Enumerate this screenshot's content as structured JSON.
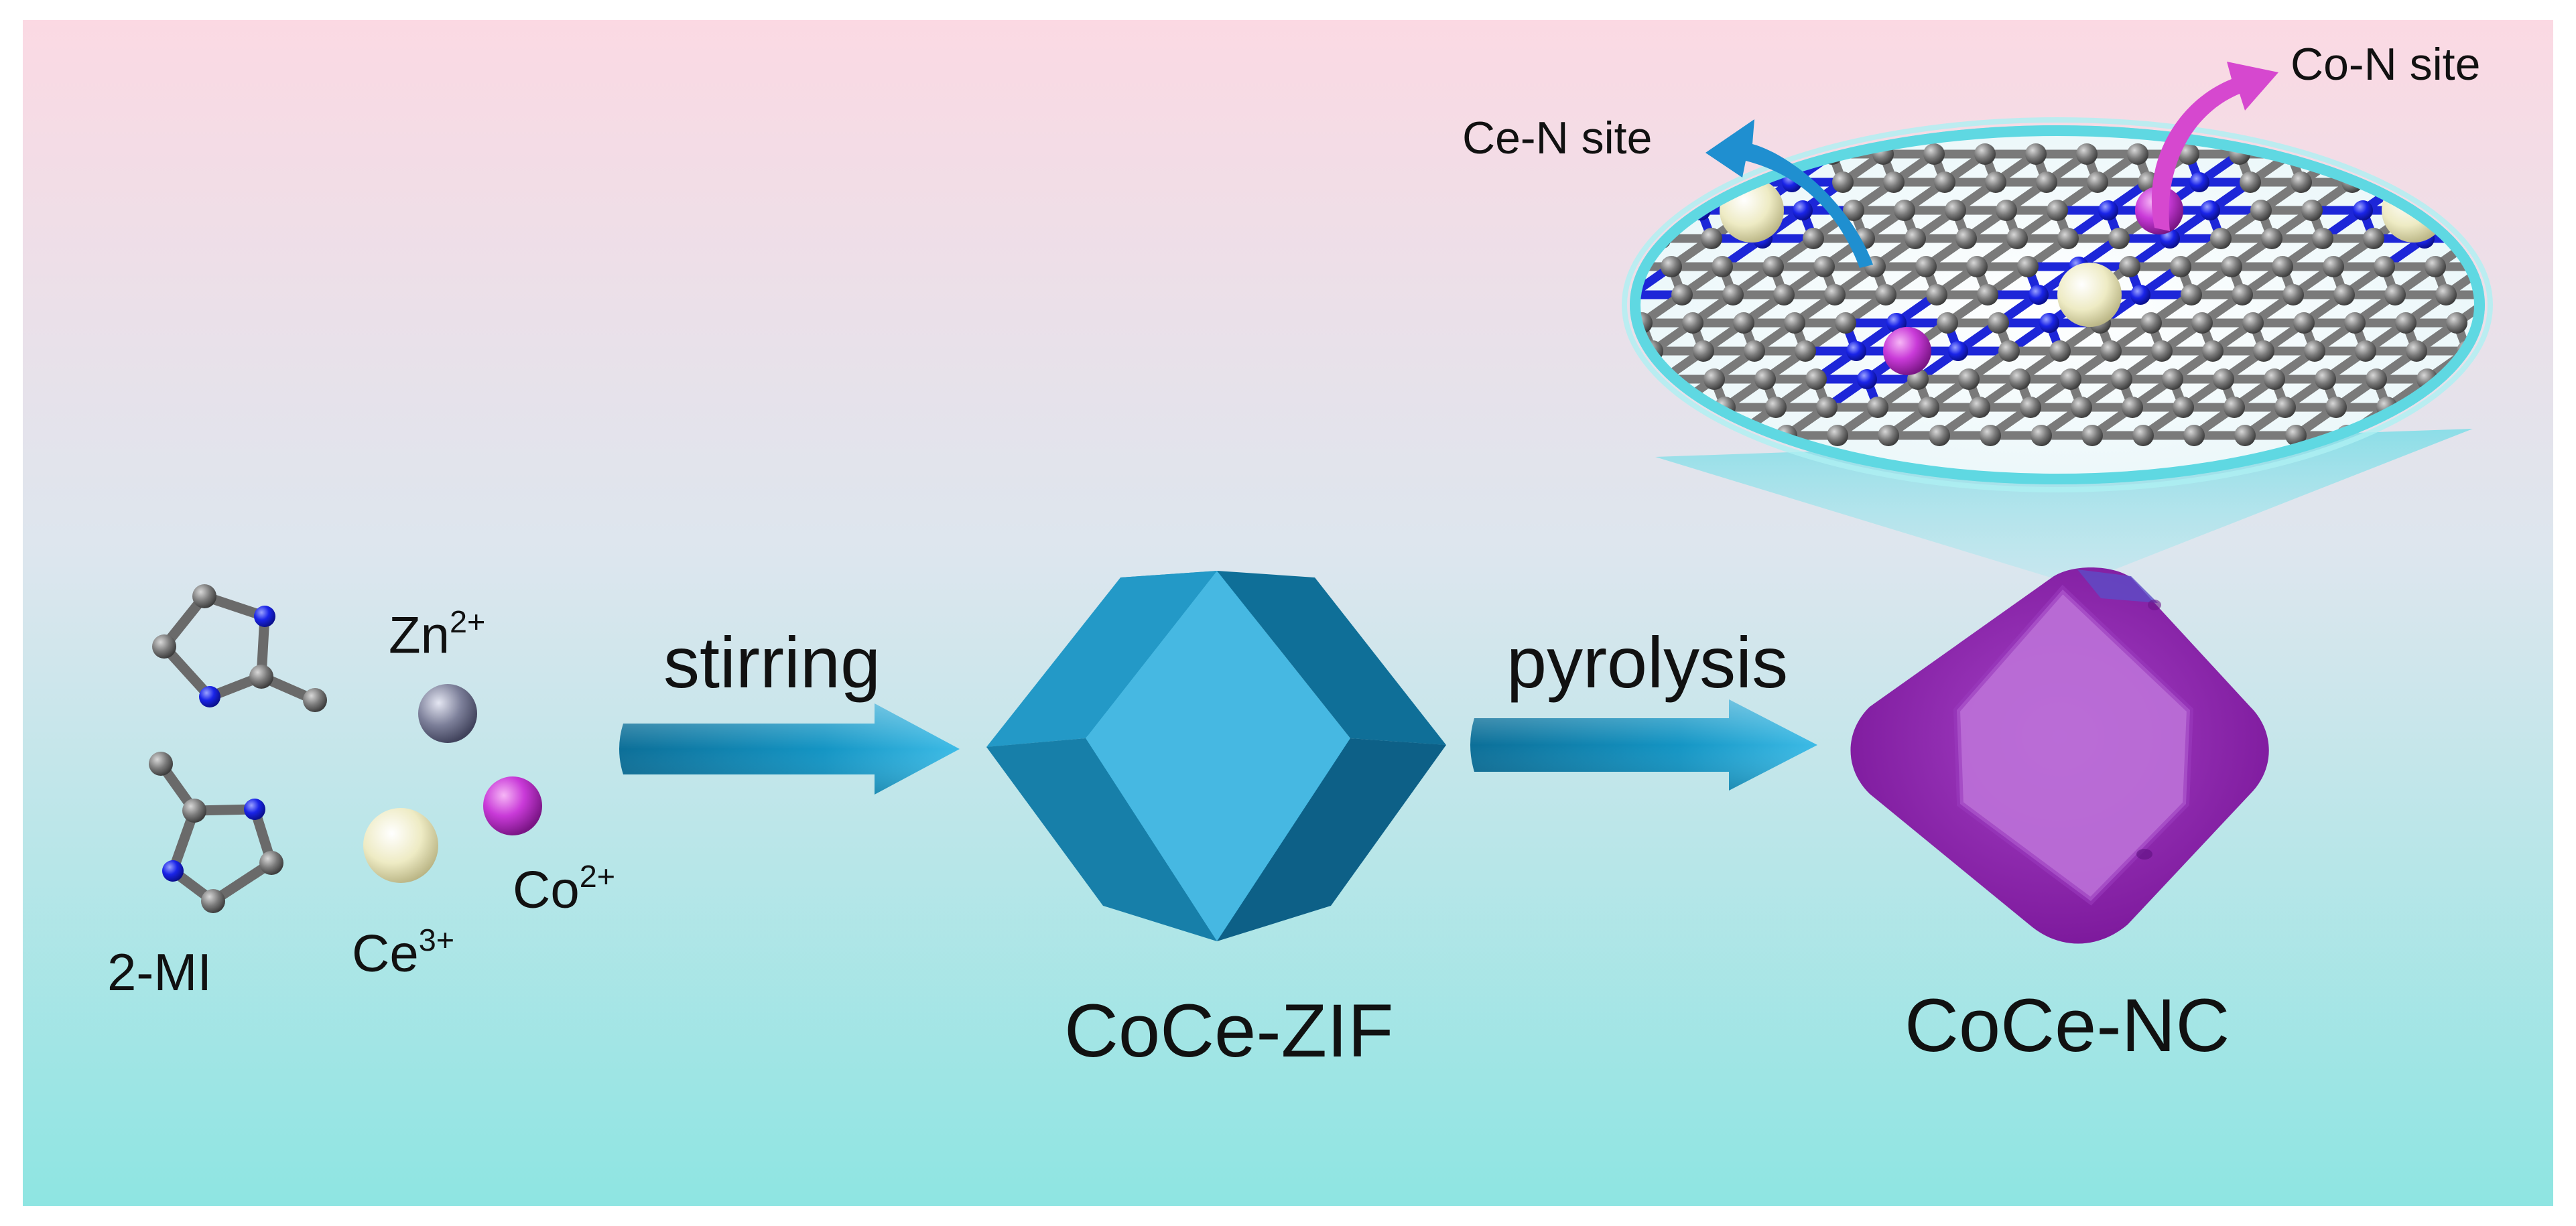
{
  "colors": {
    "background_top": "#fbd9e3",
    "background_bottom": "#8ee5e2",
    "zif_crystal": "#1a86b0",
    "nc_crystal": "#8e1fb0",
    "arrow": "#17a3cf",
    "ce_n_arrow": "#1f8fd0",
    "co_n_arrow": "#d648cf",
    "carbon_atom": "#6f6f6f",
    "nitrogen_atom": "#1520e0",
    "cobalt_atom": "#c836d6",
    "cerium_atom": "#f1efcb",
    "zinc_atom": "#7a7d96",
    "lens_rim": "#6fe0e6"
  },
  "reagents": {
    "ligand_label": "2-MI",
    "zn": {
      "symbol": "Zn",
      "charge": "2+"
    },
    "ce": {
      "symbol": "Ce",
      "charge": "3+"
    },
    "co": {
      "symbol": "Co",
      "charge": "2+"
    }
  },
  "steps": {
    "first": "stirring",
    "second": "pyrolysis"
  },
  "products": {
    "intermediate": "CoCe-ZIF",
    "final": "CoCe-NC"
  },
  "zoom_view": {
    "ce_site_label": "Ce-N site",
    "co_site_label": "Co-N site"
  }
}
